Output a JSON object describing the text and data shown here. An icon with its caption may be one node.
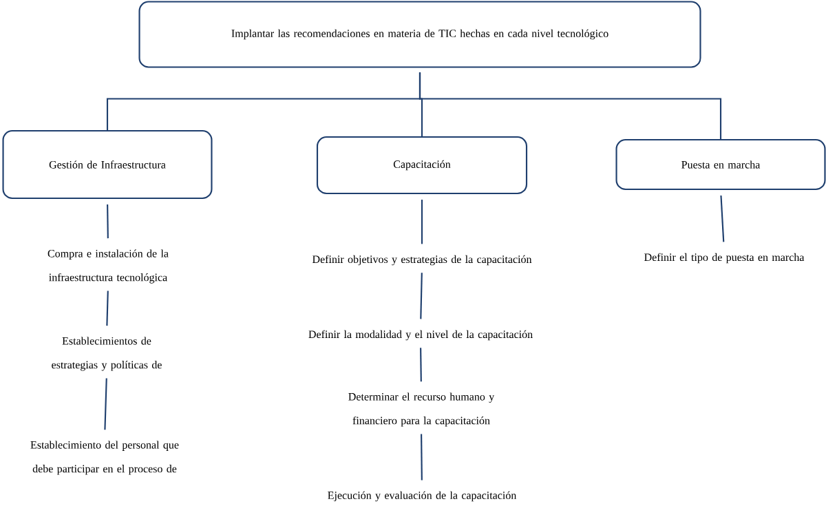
{
  "diagram": {
    "nodes": [
      {
        "text": [
          "Implantar las recomendaciones en materia de TIC  hechas en cada nivel tecnológico"
        ]
      },
      {
        "text": [
          "Gestión de Infraestructura"
        ]
      },
      {
        "text": [
          "Capacitación"
        ]
      },
      {
        "text": [
          "Puesta en marcha"
        ]
      },
      {
        "text": [
          "Compra e instalación de la infraestructura tecnológica"
        ]
      },
      {
        "text": [
          "Establecimientos de estrategias y políticas de"
        ]
      },
      {
        "text": [
          "Establecimiento del personal que debe participar en el proceso de"
        ]
      },
      {
        "text": [
          "Definir objetivos y estrategias de la capacitación"
        ]
      },
      {
        "text": [
          "Definir la modalidad y el nivel de la capacitación"
        ]
      },
      {
        "text": [
          "Determinar el recurso humano y financiero para la capacitación"
        ]
      },
      {
        "text": [
          "Ejecución y evaluación de la capacitación"
        ]
      },
      {
        "text": [
          "Definir el tipo de puesta en marcha"
        ]
      }
    ],
    "edges": [
      {
        "from": 0,
        "to": 1,
        "arrow": "none"
      },
      {
        "from": 0,
        "to": 2,
        "arrow": "none"
      },
      {
        "from": 0,
        "to": 3,
        "arrow": "none"
      },
      {
        "from": 1,
        "to": 4,
        "arrow": "none"
      },
      {
        "from": 4,
        "to": 5,
        "arrow": "none"
      },
      {
        "from": 5,
        "to": 6,
        "arrow": "none"
      },
      {
        "from": 2,
        "to": 7,
        "arrow": "none"
      },
      {
        "from": 7,
        "to": 8,
        "arrow": "none"
      },
      {
        "from": 8,
        "to": 9,
        "arrow": "none"
      },
      {
        "from": 9,
        "to": 10,
        "arrow": "none"
      },
      {
        "from": 3,
        "to": 11,
        "arrow": "none"
      }
    ]
  }
}
